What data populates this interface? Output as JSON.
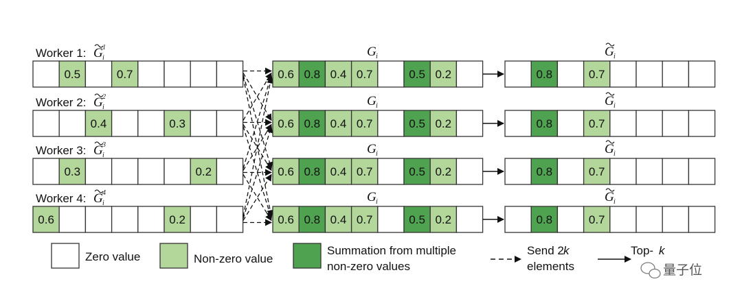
{
  "colors": {
    "zero": "#ffffff",
    "nonzero": "#b3d79b",
    "summed": "#4fa24f",
    "stroke": "#333333",
    "text": "#111111"
  },
  "workers": [
    {
      "label": "Worker 1:",
      "sym": "G",
      "sup": "1",
      "sub": "i",
      "cells": [
        "",
        "0.5",
        "",
        "0.7",
        "",
        "",
        "",
        ""
      ]
    },
    {
      "label": "Worker 2:",
      "sym": "G",
      "sup": "2",
      "sub": "i",
      "cells": [
        "",
        "",
        "0.4",
        "",
        "",
        "0.3",
        "",
        ""
      ]
    },
    {
      "label": "Worker 3:",
      "sym": "G",
      "sup": "3",
      "sub": "i",
      "cells": [
        "",
        "0.3",
        "",
        "",
        "",
        "",
        "0.2",
        ""
      ]
    },
    {
      "label": "Worker 4:",
      "sym": "G",
      "sup": "4",
      "sub": "i",
      "cells": [
        "0.6",
        "",
        "",
        "",
        "",
        "0.2",
        "",
        ""
      ]
    }
  ],
  "middle": {
    "label": "G",
    "sub": "i",
    "cells": [
      {
        "v": "0.6",
        "t": "nonzero"
      },
      {
        "v": "0.8",
        "t": "summed"
      },
      {
        "v": "0.4",
        "t": "nonzero"
      },
      {
        "v": "0.7",
        "t": "nonzero"
      },
      {
        "v": "",
        "t": "zero"
      },
      {
        "v": "0.5",
        "t": "summed"
      },
      {
        "v": "0.2",
        "t": "nonzero"
      },
      {
        "v": "",
        "t": "zero"
      }
    ]
  },
  "right": {
    "label": "G",
    "sub": "i",
    "cells": [
      {
        "v": "",
        "t": "zero"
      },
      {
        "v": "0.8",
        "t": "summed"
      },
      {
        "v": "",
        "t": "zero"
      },
      {
        "v": "0.7",
        "t": "nonzero"
      },
      {
        "v": "",
        "t": "zero"
      },
      {
        "v": "",
        "t": "zero"
      },
      {
        "v": "",
        "t": "zero"
      },
      {
        "v": "",
        "t": "zero"
      }
    ]
  },
  "legend": {
    "zero": "Zero value",
    "nonzero": "Non-zero value",
    "summed_line1": "Summation from multiple",
    "summed_line2": "non-zero values",
    "send_line1": "Send 2",
    "send_k": "k",
    "send_line2": "elements",
    "topk_prefix": "Top-",
    "topk_k": "k"
  },
  "watermark": "量子位"
}
